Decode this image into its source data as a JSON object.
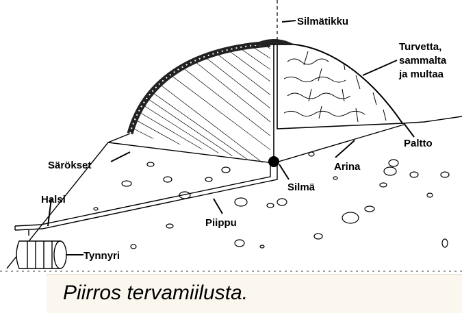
{
  "labels": {
    "silmatikku": "Silmätikku",
    "turvetta_1": "Turvetta,",
    "turvetta_2": "sammalta",
    "turvetta_3": "ja multaa",
    "paltto": "Paltto",
    "arina": "Arina",
    "silma": "Silmä",
    "sarokset": "Särökset",
    "halsi": "Halsi",
    "piippu": "Piippu",
    "tynnyri": "Tynnyri"
  },
  "caption": "Piirros tervamiilusta.",
  "colors": {
    "ink": "#000000",
    "background": "#ffffff",
    "caption_bg": "#fbf7ef"
  }
}
